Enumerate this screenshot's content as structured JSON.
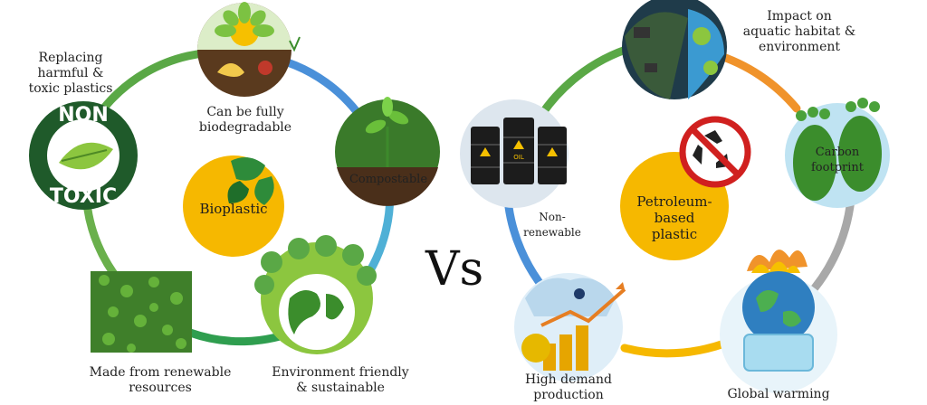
{
  "left": {
    "center": "Bioplastic",
    "nodes": {
      "biodegradable": [
        "Can be fully",
        "biodegradable"
      ],
      "compostable": "Compostable",
      "environment": [
        "Environment friendly",
        "& sustainable"
      ],
      "renewable": [
        "Made from renewable",
        "resources"
      ],
      "nontoxic": [
        "Replacing",
        "harmful &",
        "toxic plastics"
      ]
    },
    "badge": {
      "line1": "NON",
      "line2": "TOXIC"
    }
  },
  "vs": "Vs",
  "right": {
    "center": [
      "Petroleum-based",
      "plastic"
    ],
    "nodes": {
      "aquatic": [
        "Impact on",
        "aquatic habitat &",
        "environment"
      ],
      "carbon": [
        "Carbon",
        "footprint"
      ],
      "warming": "Global warming",
      "demand": [
        "High demand",
        "production"
      ],
      "nonrenewable": [
        "Non-",
        "renewable"
      ]
    },
    "oil_label": "OIL"
  },
  "colors": {
    "ring_green": "#5aa846",
    "ring_blue": "#4a90d9",
    "ring_orange": "#f0932b",
    "ring_gray": "#a8a8a8",
    "center_fill": "#f6b800",
    "leaf_dark": "#2e6b1f"
  }
}
